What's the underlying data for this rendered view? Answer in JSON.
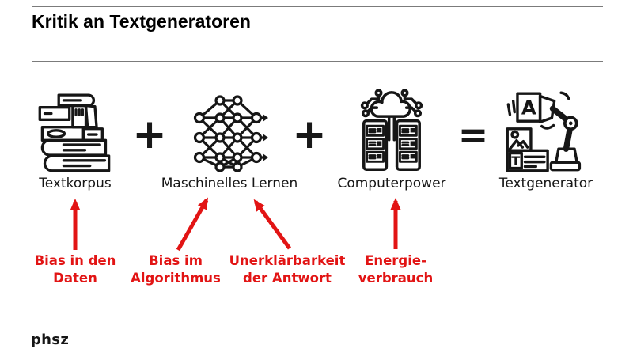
{
  "title": "Kritik an Textgeneratoren",
  "equation": {
    "items": [
      {
        "label": "Textkorpus",
        "icon": "books-icon"
      },
      {
        "label": "Maschinelles Lernen",
        "icon": "neural-network-icon"
      },
      {
        "label": "Computerpower",
        "icon": "server-cloud-icon"
      },
      {
        "label": "Textgenerator",
        "icon": "robot-arm-icon"
      }
    ],
    "operators": [
      "+",
      "+",
      "="
    ]
  },
  "icon_glyphs": {
    "robot_card_letter": "A",
    "robot_doc_letter": "T"
  },
  "criticisms": [
    {
      "line1": "Bias in den",
      "line2": "Daten"
    },
    {
      "line1": "Bias im",
      "line2": "Algorithmus"
    },
    {
      "line1": "Unerklärbarkeit",
      "line2": "der Antwort"
    },
    {
      "line1": "Energie-",
      "line2": "verbrauch"
    }
  ],
  "footer": {
    "logo": "phsz"
  },
  "colors": {
    "accent_red": "#e21414",
    "ink": "#161616",
    "rule": "#7b7b7b"
  }
}
